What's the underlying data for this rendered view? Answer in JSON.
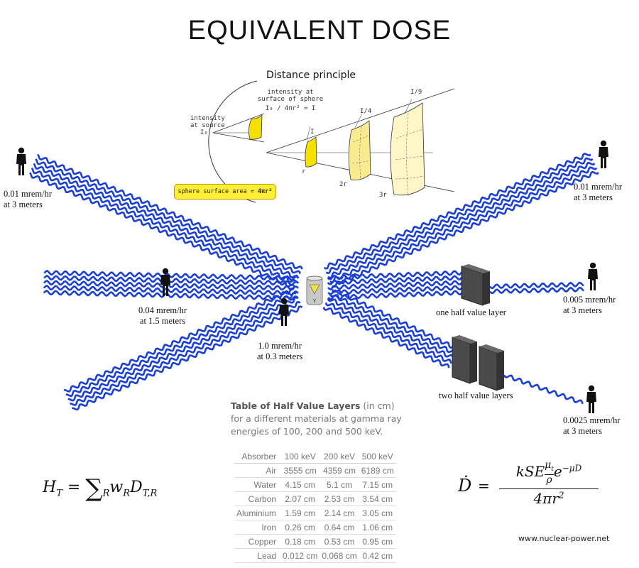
{
  "title": "EQUIVALENT DOSE",
  "distance_principle": {
    "title": "Distance principle",
    "intensity_at_source": [
      "intensity",
      "at source"
    ],
    "source_symbol": "I₀",
    "intensity_at_surface": [
      "intensity at",
      "surface of sphere"
    ],
    "surface_formula": "I₀ / 4πr² = I",
    "intensity_labels": [
      "I",
      "I/4",
      "I/9"
    ],
    "radius_labels": [
      "r",
      "2r",
      "3r"
    ],
    "surface_area_label": "sphere surface area =",
    "surface_area_formula": "4πr²"
  },
  "dose_labels": {
    "top_left": [
      "0.01 mrem/hr",
      "at 3 meters"
    ],
    "middle_left": [
      "0.04 mrem/hr",
      "at 1.5 meters"
    ],
    "near_source": [
      "1.0 mrem/hr",
      "at 0.3 meters"
    ],
    "top_right": [
      "0.01 mrem/hr",
      "at 3 meters"
    ],
    "middle_right": [
      "0.005 mrem/hr",
      "at 3 meters"
    ],
    "bottom_right": [
      "0.0025 mrem/hr",
      "at 3 meters"
    ]
  },
  "shield_labels": {
    "one": "one half value layer",
    "two": "two half value layers"
  },
  "source_symbol": "γ",
  "table": {
    "caption_bold": "Table of Half Value Layers",
    "caption_rest": " (in cm) for a different materials at gamma ray energies of 100, 200 and 500 keV.",
    "headers": [
      "Absorber",
      "100 keV",
      "200 keV",
      "500 keV"
    ],
    "rows": [
      [
        "Air",
        "3555 cm",
        "4359 cm",
        "6189 cm"
      ],
      [
        "Water",
        "4.15 cm",
        "5.1 cm",
        "7.15 cm"
      ],
      [
        "Carbon",
        "2.07 cm",
        "2.53 cm",
        "3.54 cm"
      ],
      [
        "Aluminium",
        "1.59 cm",
        "2.14 cm",
        "3.05 cm"
      ],
      [
        "Iron",
        "0.26 cm",
        "0.64 cm",
        "1.06 cm"
      ],
      [
        "Copper",
        "0.18 cm",
        "0.53 cm",
        "0.95 cm"
      ],
      [
        "Lead",
        "0.012 cm",
        "0.068 cm",
        "0.42 cm"
      ]
    ]
  },
  "formulas": {
    "equivalent_dose": "H_T = Σ_R w_R D_T,R",
    "dose_rate": "Ḋ = kSE (μt/ρ) e^(−μD) / 4πr²"
  },
  "website": "www.nuclear-power.net",
  "colors": {
    "wave": "#1a3fd6",
    "surface_yellow": "#f6e000",
    "sphere_fill": "#fff6c8",
    "shield": "#4a4a4a"
  }
}
